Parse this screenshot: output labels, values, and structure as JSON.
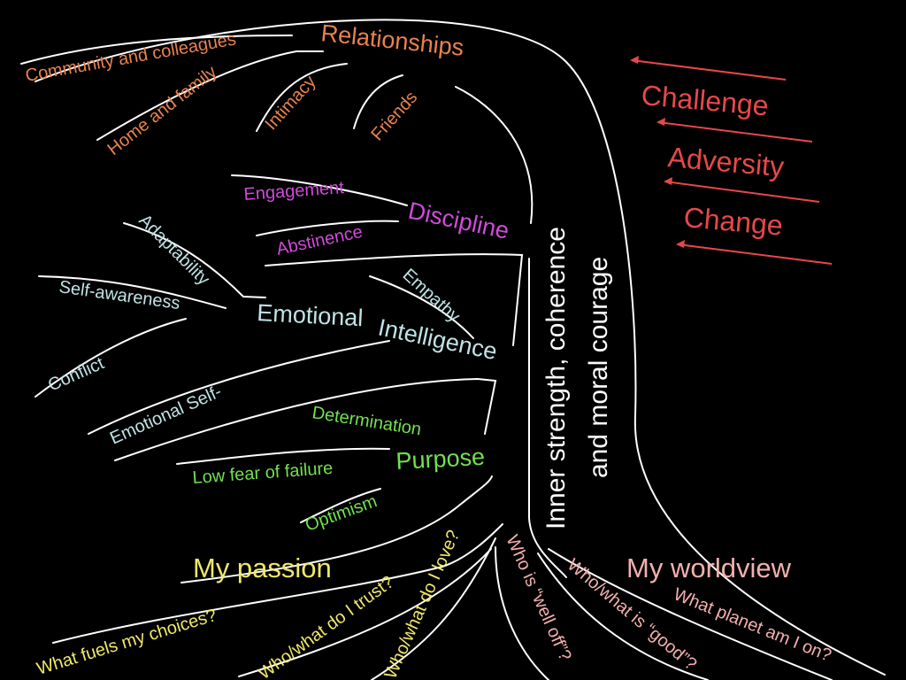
{
  "colors": {
    "background": "#000000",
    "relationships": "#e8824e",
    "discipline": "#cf4bd8",
    "emotional_intelligence": "#bfe3e6",
    "purpose": "#72e04f",
    "passion": "#f0e86a",
    "worldview": "#f2b0ae",
    "forces": "#e8474a",
    "trunk": "#ffffff"
  },
  "trunk_label": {
    "line1": "Inner strength, coherence",
    "line2": "and moral courage"
  },
  "forces": [
    "Challenge",
    "Adversity",
    "Change"
  ],
  "relationships": {
    "heading": "Relationships",
    "items": [
      "Community and  colleagues",
      "Home and  family",
      "Intimacy",
      "Friends"
    ]
  },
  "discipline": {
    "heading": "Discipline",
    "items": [
      "Engagement",
      "Abstinence"
    ]
  },
  "emotional_intelligence": {
    "heading_part1": "Emotional",
    "heading_part2": "Intelligence",
    "items": [
      "Adaptability",
      "Self-awareness",
      "Empathy",
      "Conflict",
      "Emotional  Self-"
    ]
  },
  "purpose": {
    "heading": "Purpose",
    "items": [
      "Determination",
      "Low fear of failure",
      "Optimism"
    ]
  },
  "passion": {
    "heading": "My passion",
    "items": [
      "What fuels my choices?",
      "Who/what do I trust?",
      "Who/what do I love?"
    ]
  },
  "worldview": {
    "heading": "My worldview",
    "items": [
      "Who is “well off”?",
      "Who/what is “good”?",
      "What planet am I on?"
    ]
  }
}
